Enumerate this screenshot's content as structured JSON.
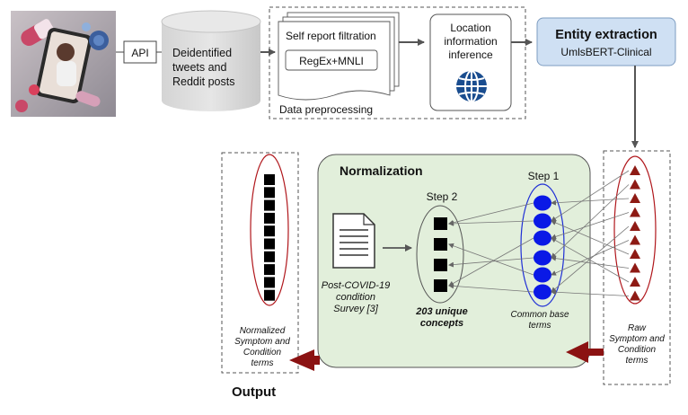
{
  "input": {
    "photo_icon": "person-with-phone-and-virus-illustration",
    "api_label": "API"
  },
  "database": {
    "lines": [
      "Deidentified",
      "tweets and",
      "Reddit posts"
    ]
  },
  "preprocessing": {
    "title": "Data preprocessing",
    "filter_title": "Self report filtration",
    "method": "RegEx+MNLI",
    "location_lines": [
      "Location",
      "information",
      "inference"
    ],
    "globe_icon": "globe-icon"
  },
  "entity_extraction": {
    "title": "Entity extraction",
    "model": "UmlsBERT-Clinical"
  },
  "normalization": {
    "title": "Normalization",
    "step1_label": "Step 1",
    "step2_label": "Step 2",
    "survey_lines": [
      "Post-COVID-19",
      "condition",
      "Survey [3]"
    ],
    "concepts_lines": [
      "203 unique",
      "concepts"
    ],
    "base_terms_label": "Common base",
    "base_terms_label2": "terms"
  },
  "raw_terms": {
    "lines": [
      "Raw",
      "Symptom and",
      "Condition",
      "terms"
    ],
    "count": 10
  },
  "normalized_terms": {
    "lines": [
      "Normalized",
      "Symptom and",
      "Condition",
      "terms"
    ],
    "count": 10
  },
  "output_label": "Output",
  "colors": {
    "normalization_bg": "#e2efdb",
    "entity_box": "#cfe0f3",
    "ellipse_red": "#b0161b",
    "ellipse_blue": "#1f2fd6",
    "blue_dot": "#0a19e6",
    "triangle": "#8e1a14",
    "arrow_red": "#8b1212"
  }
}
